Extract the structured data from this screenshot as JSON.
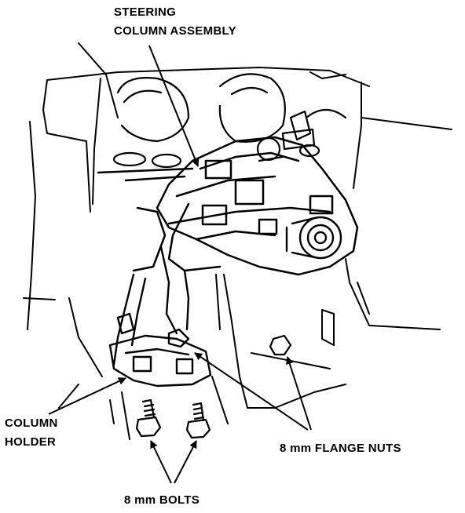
{
  "labels": {
    "steering_line1": "STEERING",
    "steering_line2": "COLUMN ASSEMBLY",
    "holder_line1": "COLUMN",
    "holder_line2": "HOLDER",
    "flange_nuts": "8 mm FLANGE NUTS",
    "bolts": "8 mm BOLTS"
  },
  "colors": {
    "ink": "#000000",
    "paper": "#ffffff"
  }
}
